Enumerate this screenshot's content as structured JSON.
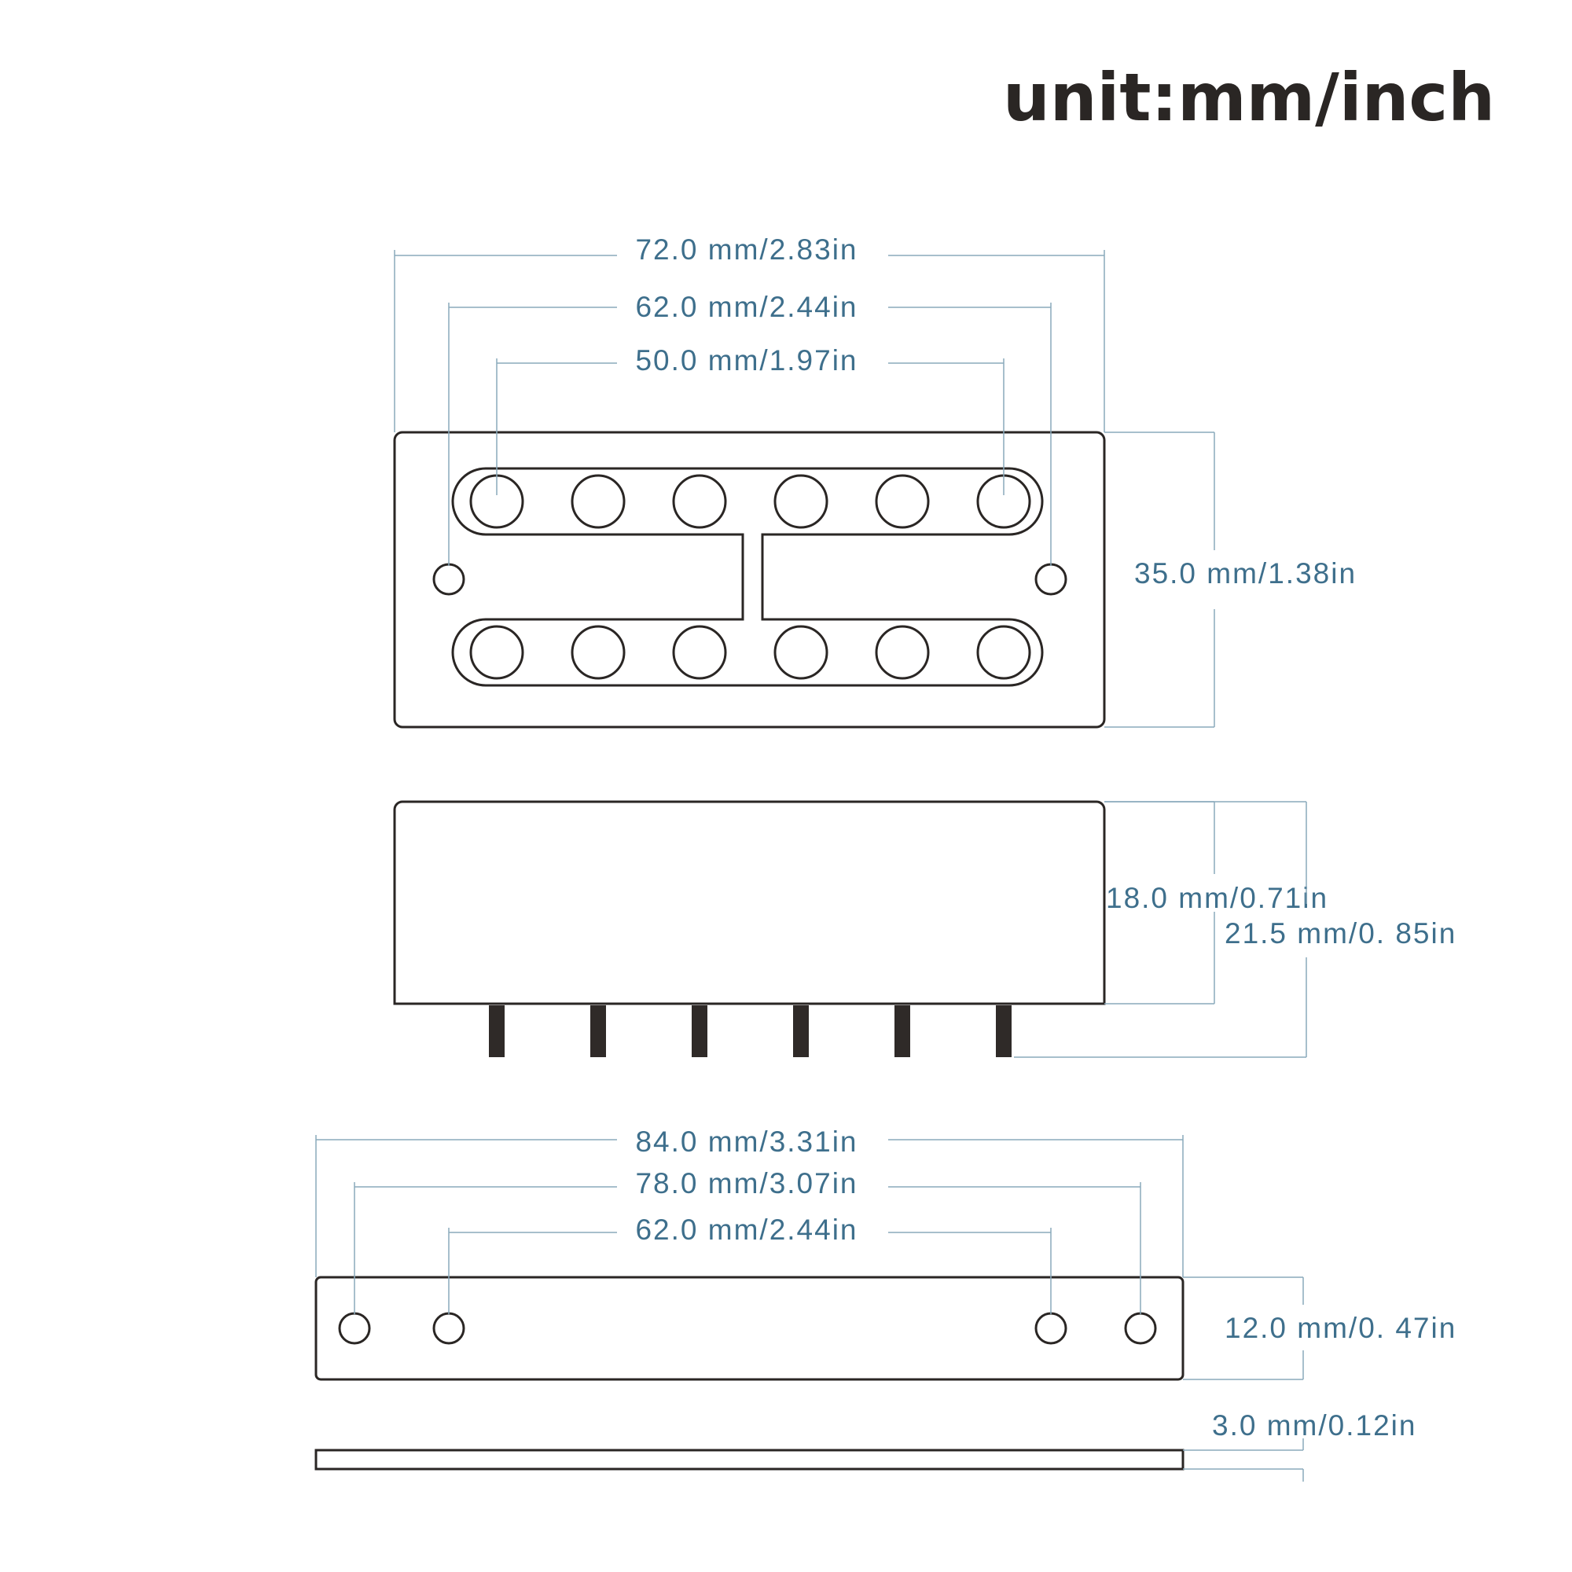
{
  "title": "unit:mm/inch",
  "colors": {
    "outline": "#2a2624",
    "dimension_text": "#3e6f8c",
    "dimension_line": "#8aaabc"
  },
  "top_view": {
    "overall_width": "72.0 mm/2.83in",
    "mount_hole_spacing": "62.0 mm/2.44in",
    "pole_spacing": "50.0 mm/1.97in",
    "depth": "35.0 mm/1.38in"
  },
  "side_view": {
    "body_height": "18.0 mm/0.71in",
    "total_height": "21.5 mm/0. 85in"
  },
  "base_plate": {
    "overall_length": "84.0 mm/3.31in",
    "outer_hole_spacing": "78.0 mm/3.07in",
    "inner_hole_spacing": "62.0 mm/2.44in",
    "width": "12.0 mm/0. 47in",
    "thickness": "3.0 mm/0.12in"
  }
}
